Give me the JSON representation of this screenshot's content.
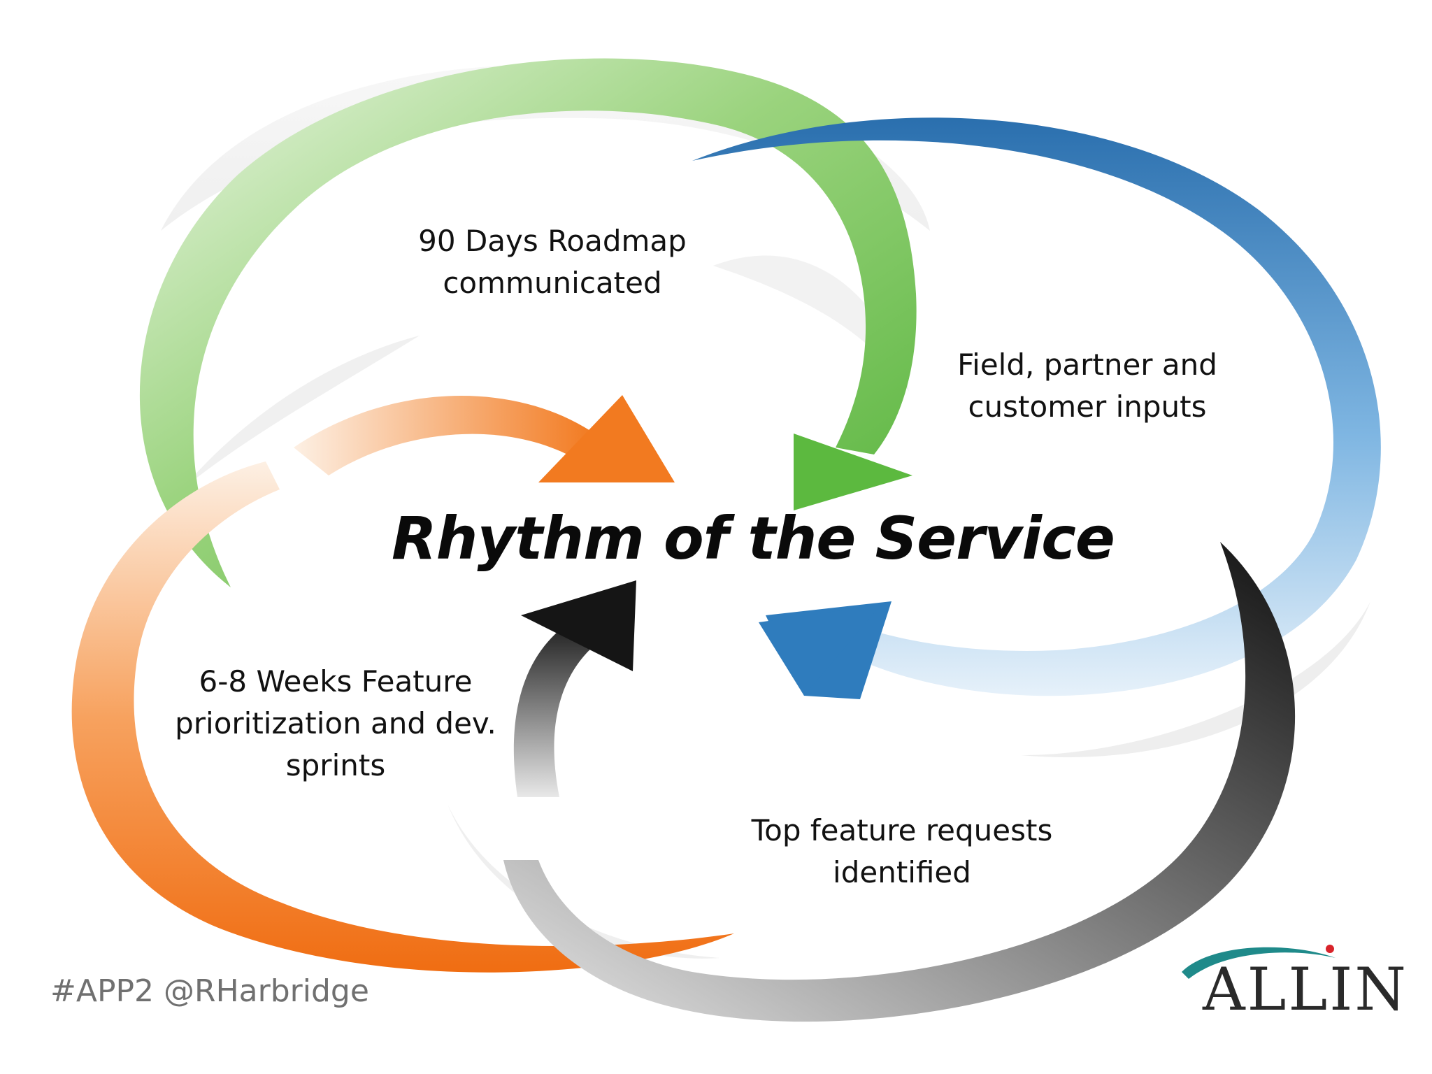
{
  "diagram": {
    "title": "Rhythm of the Service",
    "stages": [
      {
        "lines": [
          "90 Days Roadmap",
          "communicated"
        ],
        "color": "#6cbf4a"
      },
      {
        "lines": [
          "Field, partner and",
          "customer inputs"
        ],
        "color": "#2f7fc1"
      },
      {
        "lines": [
          "Top feature requests",
          "identified"
        ],
        "color": "#1a1a1a"
      },
      {
        "lines": [
          "6-8 Weeks Feature",
          "prioritization and dev.",
          "sprints"
        ],
        "color": "#f07a23"
      }
    ]
  },
  "footer": {
    "hashtag": "#APP2 @RHarbridge",
    "logo_text": "ALLIN",
    "logo_swoosh_color": "#1f8a8a",
    "logo_dot_color": "#d8232a"
  }
}
